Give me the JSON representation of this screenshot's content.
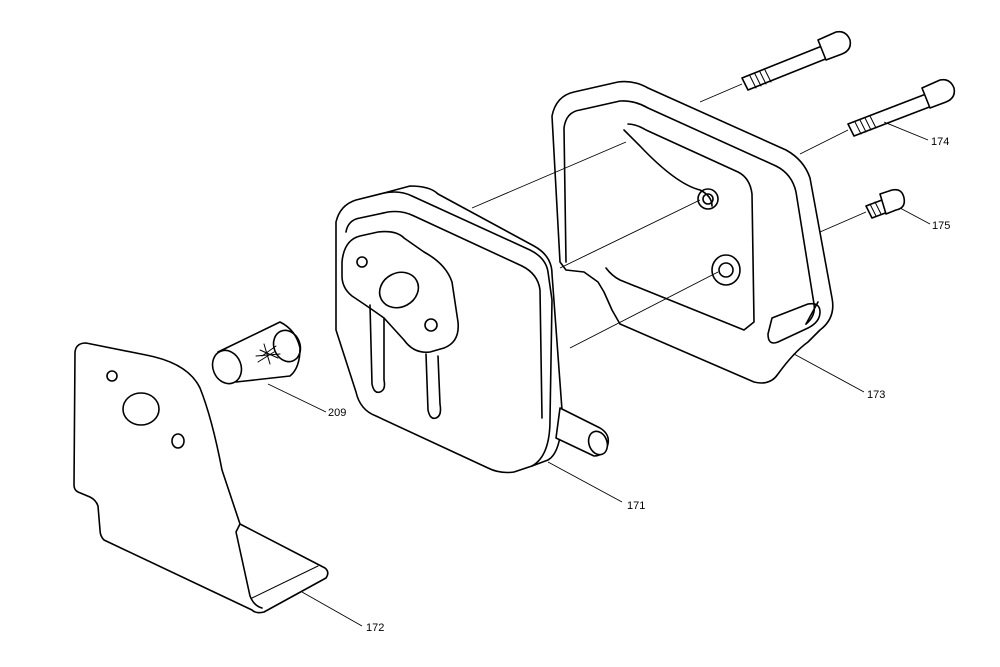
{
  "callouts": [
    {
      "id": "171",
      "text": "171"
    },
    {
      "id": "172",
      "text": "172"
    },
    {
      "id": "173",
      "text": "173"
    },
    {
      "id": "174",
      "text": "174"
    },
    {
      "id": "175",
      "text": "175"
    },
    {
      "id": "209",
      "text": "209"
    }
  ]
}
